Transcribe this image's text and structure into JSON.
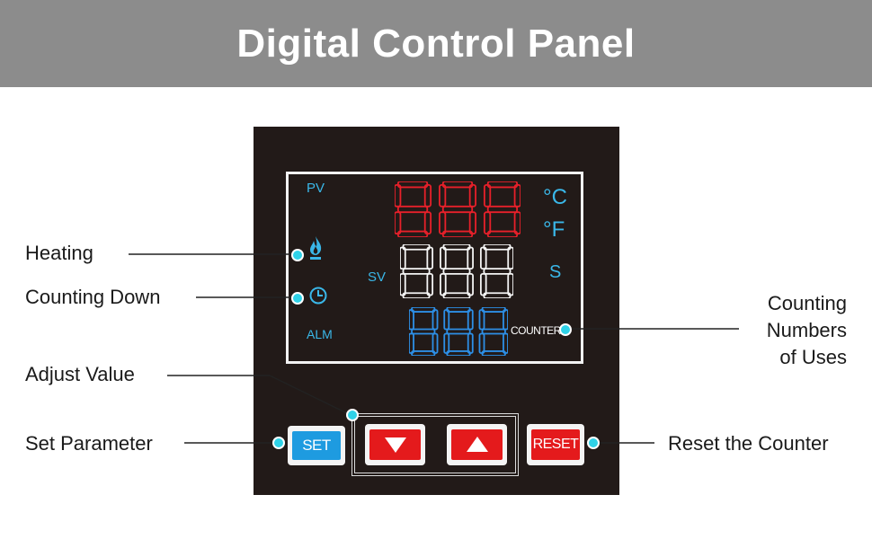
{
  "title": "Digital Control Panel",
  "display": {
    "pv_label": "PV",
    "sv_label": "SV",
    "alm_label": "ALM",
    "unit_c": "°C",
    "unit_f": "°F",
    "unit_s": "S",
    "counter_label": "COUNTER",
    "rows": [
      {
        "digits": "888",
        "color": "#e8202a"
      },
      {
        "digits": "888",
        "color": "#f4f4f4"
      },
      {
        "digits": "888",
        "color": "#2d8fe6"
      }
    ]
  },
  "buttons": {
    "set_label": "SET",
    "reset_label": "RESET",
    "down_icon": "triangle-down-icon",
    "up_icon": "triangle-up-icon"
  },
  "callouts": {
    "heating": "Heating",
    "counting_down": "Counting Down",
    "adjust_value": "Adjust Value",
    "set_parameter": "Set Parameter",
    "counting_numbers": [
      "Counting",
      "Numbers",
      "of Uses"
    ],
    "reset_counter": "Reset the Counter"
  },
  "colors": {
    "banner": "#8c8c8c",
    "panel": "#221a18",
    "accent_cyan": "#2fd2e8",
    "label_blue": "#3ab7e8",
    "set_blue": "#1e9be0",
    "red": "#e41a1c"
  }
}
